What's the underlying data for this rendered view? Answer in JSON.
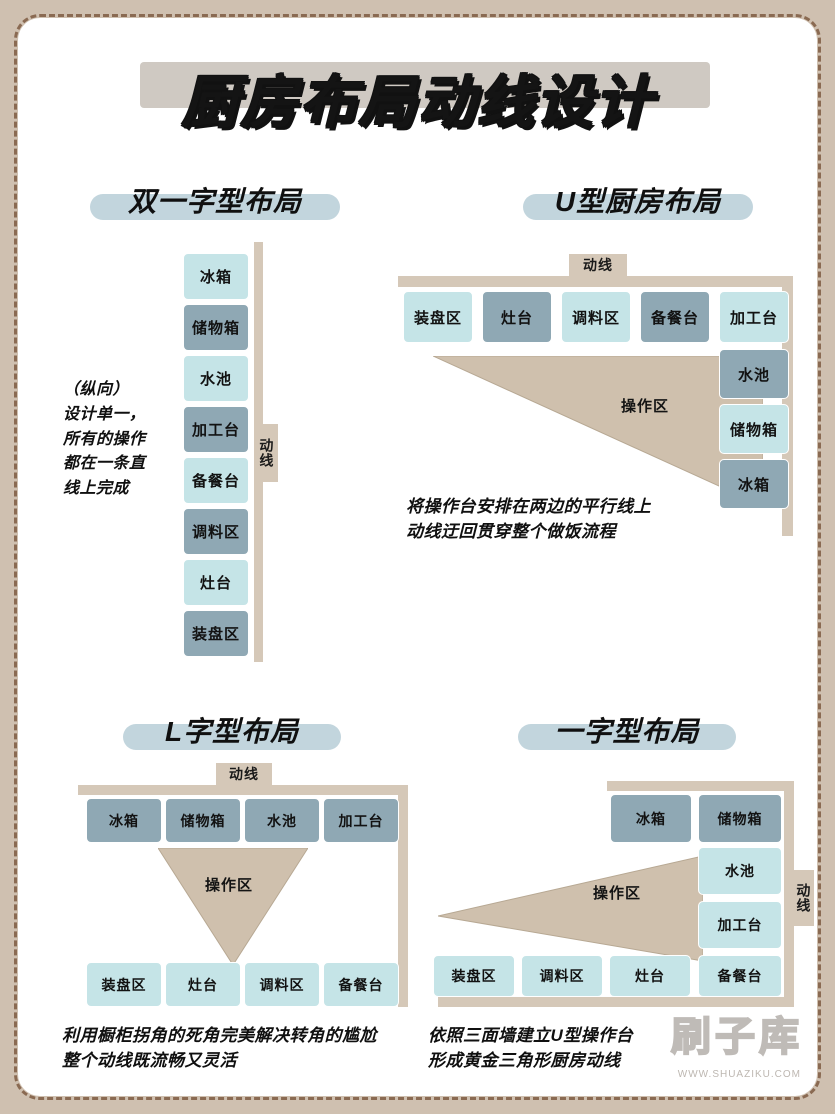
{
  "title": "厨房布局动线设计",
  "flow_label": "动线",
  "work_zone_label": "操作区",
  "sections": [
    {
      "id": "double-line",
      "title": "双一字型布局",
      "description": "（纵向）\n设计单一，\n所有的操作\n都在一条直\n线上完成",
      "column": [
        {
          "label": "冰箱",
          "tone": "cyan"
        },
        {
          "label": "储物箱",
          "tone": "blue"
        },
        {
          "label": "水池",
          "tone": "cyan"
        },
        {
          "label": "加工台",
          "tone": "blue"
        },
        {
          "label": "备餐台",
          "tone": "cyan"
        },
        {
          "label": "调料区",
          "tone": "blue"
        },
        {
          "label": "灶台",
          "tone": "cyan"
        },
        {
          "label": "装盘区",
          "tone": "blue"
        }
      ]
    },
    {
      "id": "u-shape",
      "title": "U型厨房布局",
      "top_row": [
        {
          "label": "装盘区",
          "tone": "cyan"
        },
        {
          "label": "灶台",
          "tone": "blue"
        },
        {
          "label": "调料区",
          "tone": "cyan"
        },
        {
          "label": "备餐台",
          "tone": "blue"
        },
        {
          "label": "加工台",
          "tone": "cyan"
        }
      ],
      "right_column": [
        {
          "label": "水池",
          "tone": "blue"
        },
        {
          "label": "储物箱",
          "tone": "cyan"
        },
        {
          "label": "冰箱",
          "tone": "blue"
        }
      ],
      "caption_line1": "将操作台安排在两边的平行线上",
      "caption_line2": "动线迂回贯穿整个做饭流程"
    },
    {
      "id": "l-shape",
      "title": "L字型布局",
      "top_row": [
        {
          "label": "冰箱",
          "tone": "blue"
        },
        {
          "label": "储物箱",
          "tone": "blue"
        },
        {
          "label": "水池",
          "tone": "blue"
        },
        {
          "label": "加工台",
          "tone": "blue"
        }
      ],
      "bottom_row": [
        {
          "label": "装盘区",
          "tone": "cyan"
        },
        {
          "label": "灶台",
          "tone": "cyan"
        },
        {
          "label": "调料区",
          "tone": "cyan"
        },
        {
          "label": "备餐台",
          "tone": "cyan"
        }
      ],
      "caption_line1": "利用橱柜拐角的死角完美解决转角的尴尬",
      "caption_line2": "整个动线既流畅又灵活"
    },
    {
      "id": "single-line",
      "title": "一字型布局",
      "top_row": [
        {
          "label": "冰箱",
          "tone": "blue"
        },
        {
          "label": "储物箱",
          "tone": "blue"
        }
      ],
      "right_column": [
        {
          "label": "水池",
          "tone": "cyan"
        },
        {
          "label": "加工台",
          "tone": "cyan"
        },
        {
          "label": "备餐台",
          "tone": "cyan"
        }
      ],
      "bottom_row": [
        {
          "label": "装盘区",
          "tone": "cyan"
        },
        {
          "label": "调料区",
          "tone": "cyan"
        },
        {
          "label": "灶台",
          "tone": "cyan"
        }
      ],
      "caption_line1": "依照三面墙建立U型操作台",
      "caption_line2": "形成黄金三角形厨房动线"
    }
  ],
  "watermark": {
    "name": "刷子库",
    "url": "WWW.SHUAZIKU.COM"
  },
  "colors": {
    "cyan": "#c5e4e7",
    "blue": "#8fa8b4",
    "flow": "#d5c8b8",
    "pill": "#c2d5dd",
    "page_bg": "#cfc0b0"
  }
}
